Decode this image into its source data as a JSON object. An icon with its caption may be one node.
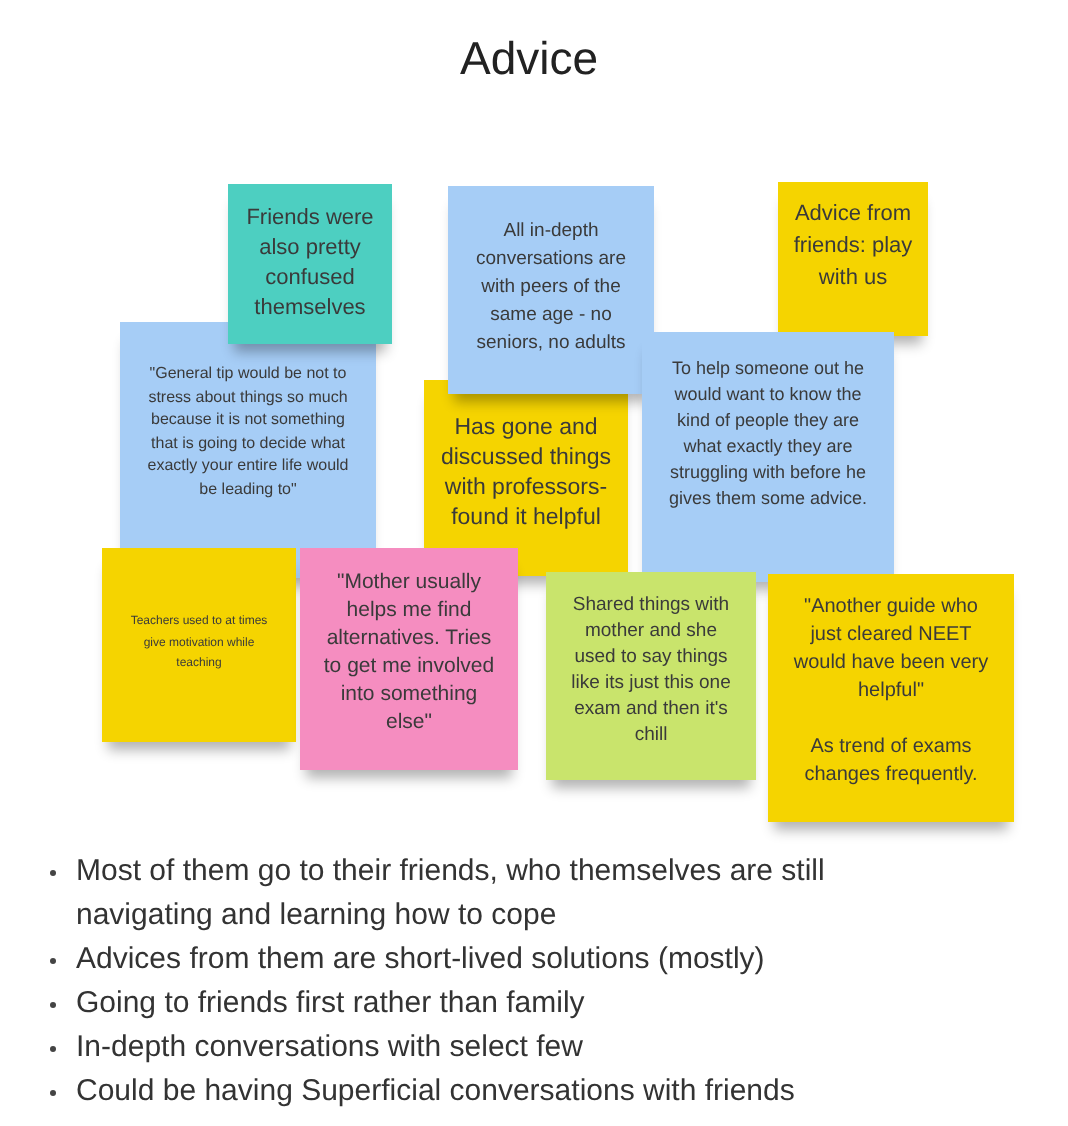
{
  "diagram": {
    "title": "Advice",
    "nodes": [
      {
        "text": [
          "Friends were also pretty confused themselves"
        ]
      },
      {
        "text": [
          "All in-depth conversations are with peers of the same age - no seniors, no adults"
        ]
      },
      {
        "text": [
          "Advice from friends: play with us"
        ]
      },
      {
        "text": [
          "\"General tip would be not to stress about things so much because it is not something that is going to decide what exactly your entire life would be leading to\""
        ]
      },
      {
        "text": [
          "Has gone and discussed things with professors- found it helpful"
        ]
      },
      {
        "text": [
          "To help someone out he would want to know the kind of people they are what exactly they are struggling with before he gives them some advice."
        ]
      },
      {
        "text": [
          "Teachers used to at times give motivation while teaching"
        ]
      },
      {
        "text": [
          "\"Mother usually helps me find alternatives. Tries to get me involved into something else\""
        ]
      },
      {
        "text": [
          "Shared things with mother and she used to say things like its just this one exam and then it's chill"
        ]
      },
      {
        "text": [
          "\"Another guide who just cleared NEET would have been very helpful\"",
          "As trend of exams changes frequently."
        ]
      }
    ],
    "labels": [
      "Most of them go to their friends, who themselves are still navigating and learning how to cope",
      "Advices from them are short-lived solutions (mostly)",
      "Going to friends first rather than family",
      "In-depth conversations with select few",
      "Could be having Superficial conversations with friends"
    ]
  }
}
